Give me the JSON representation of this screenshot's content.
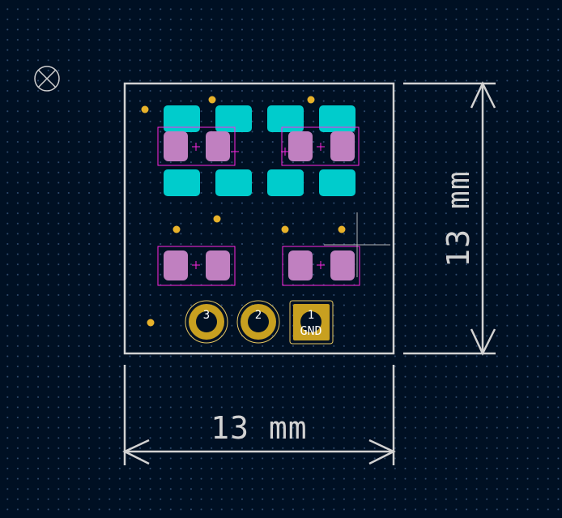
{
  "canvas": {
    "colors": {
      "background": "#001023",
      "grid_dot": "#2e4a6e",
      "board_edge": "#d2d2d2",
      "smd_pad_front": "#00cccc",
      "smd_pad_back": "#c080c0",
      "courtyard": "#ff26e2",
      "via_gold": "#e8b22a",
      "th_pad_gold": "#c8a020",
      "dimension": "#d2d2d2",
      "cursor": "#b4b4b4"
    },
    "icons": {
      "origin": "origin-crosshair-icon"
    }
  },
  "dimensions": {
    "width_label": "13 mm",
    "height_label": "13 mm"
  },
  "connector": {
    "pins": [
      {
        "number": "3",
        "net": "",
        "shape": "round"
      },
      {
        "number": "2",
        "net": "",
        "shape": "round"
      },
      {
        "number": "1",
        "net": "GND",
        "shape": "square"
      }
    ]
  }
}
